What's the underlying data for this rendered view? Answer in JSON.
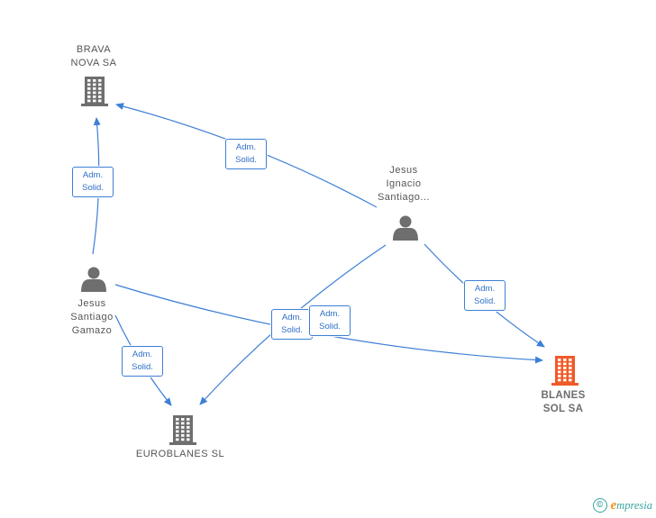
{
  "colors": {
    "edge": "#3d7fd6",
    "node_company": "#6e6e6e",
    "node_person": "#6e6e6e",
    "node_focus": "#f05a28",
    "brand": "#3aa3a0",
    "brand_accent": "#f0941c"
  },
  "nodes": {
    "brava_nova": {
      "label": "BRAVA\nNOVA SA",
      "icon": "building-icon"
    },
    "jesus_ignacio": {
      "label": "Jesus\nIgnacio\nSantiago...",
      "icon": "person-icon"
    },
    "jesus_santiago": {
      "label": "Jesus\nSantiago\nGamazo",
      "icon": "person-icon"
    },
    "euroblanes": {
      "label": "EUROBLANES SL",
      "icon": "building-icon"
    },
    "blanes_sol": {
      "label": "BLANES\nSOL SA",
      "icon": "building-icon"
    }
  },
  "edges": [
    {
      "from": "jesus_ignacio",
      "to": "brava_nova",
      "label": "Adm.\nSolid."
    },
    {
      "from": "jesus_santiago",
      "to": "brava_nova",
      "label": "Adm.\nSolid."
    },
    {
      "from": "jesus_ignacio",
      "to": "blanes_sol",
      "label": "Adm.\nSolid."
    },
    {
      "from": "jesus_santiago",
      "to": "euroblanes",
      "label": "Adm.\nSolid."
    },
    {
      "from": "jesus_ignacio",
      "to": "euroblanes",
      "label": "Adm.\nSolid."
    },
    {
      "from": "jesus_santiago",
      "to": "blanes_sol",
      "label": "Adm.\nSolid."
    }
  ],
  "footer": {
    "copyright_symbol": "©",
    "brand_initial": "e",
    "brand_rest": "mpresia"
  }
}
